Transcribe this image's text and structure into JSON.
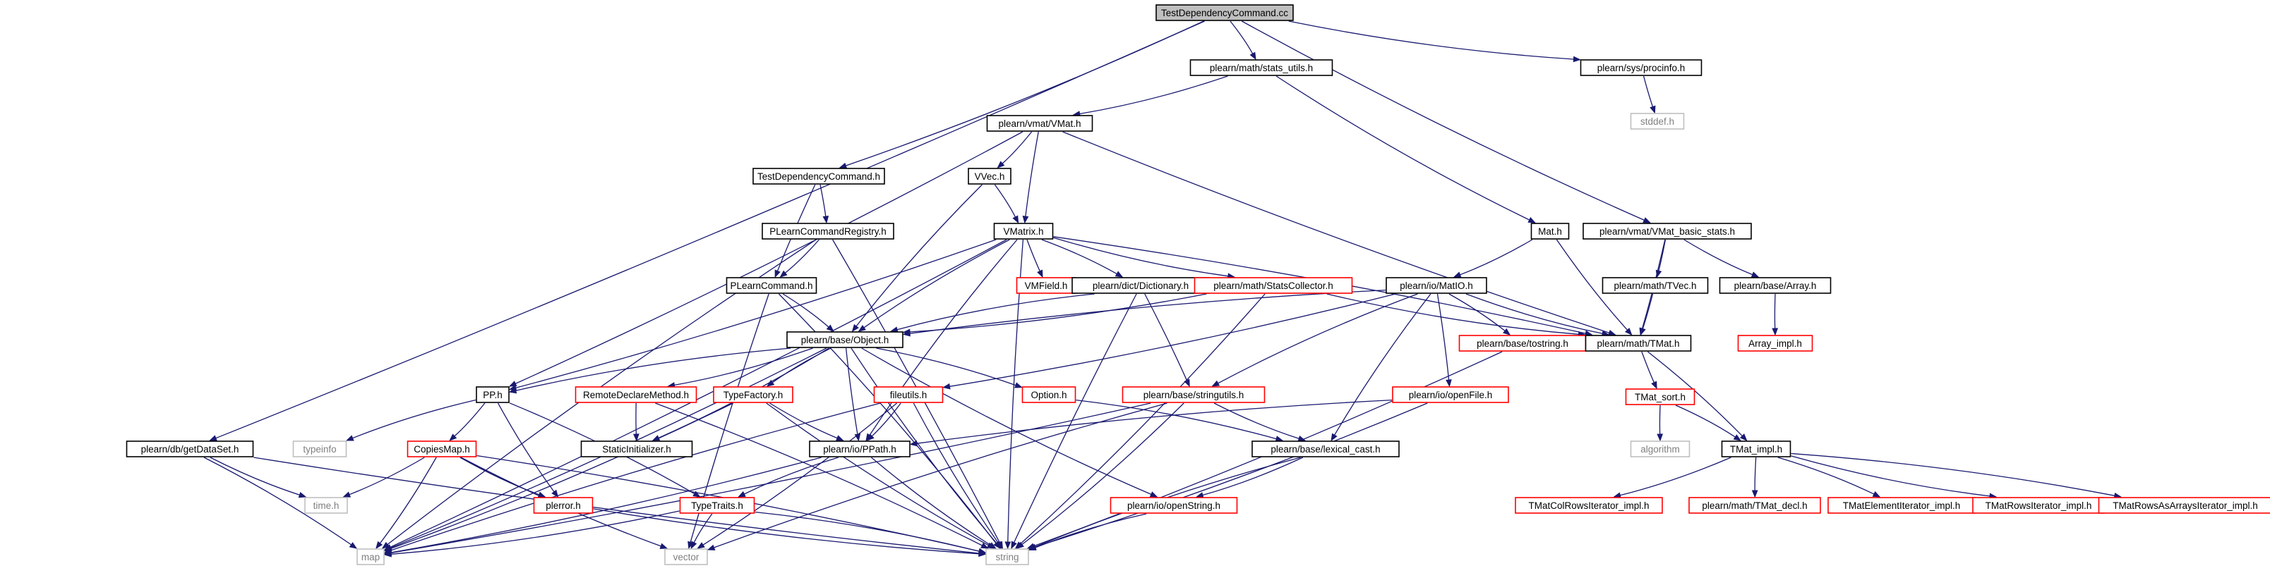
{
  "nodes": {
    "root": {
      "label": "TestDependencyCommand.cc",
      "style": "root"
    },
    "stats_utils": {
      "label": "plearn/math/stats_utils.h",
      "style": "black"
    },
    "procinfo": {
      "label": "plearn/sys/procinfo.h",
      "style": "black"
    },
    "stddef": {
      "label": "stddef.h",
      "style": "grey"
    },
    "vmat": {
      "label": "plearn/vmat/VMat.h",
      "style": "black"
    },
    "tdc_h": {
      "label": "TestDependencyCommand.h",
      "style": "black"
    },
    "vvec": {
      "label": "VVec.h",
      "style": "black"
    },
    "pcr": {
      "label": "PLearnCommandRegistry.h",
      "style": "black"
    },
    "vmatrix": {
      "label": "VMatrix.h",
      "style": "black"
    },
    "mat": {
      "label": "Mat.h",
      "style": "black"
    },
    "vmat_basic": {
      "label": "plearn/vmat/VMat_basic_stats.h",
      "style": "black"
    },
    "vmfield": {
      "label": "VMField.h",
      "style": "red"
    },
    "dictionary": {
      "label": "plearn/dict/Dictionary.h",
      "style": "black"
    },
    "statscollector": {
      "label": "plearn/math/StatsCollector.h",
      "style": "red"
    },
    "matio": {
      "label": "plearn/io/MatIO.h",
      "style": "black"
    },
    "tvec": {
      "label": "plearn/math/TVec.h",
      "style": "black"
    },
    "array": {
      "label": "plearn/base/Array.h",
      "style": "black"
    },
    "plearncommand": {
      "label": "PLearnCommand.h",
      "style": "black"
    },
    "object": {
      "label": "plearn/base/Object.h",
      "style": "black"
    },
    "tostring": {
      "label": "plearn/base/tostring.h",
      "style": "red"
    },
    "tmat": {
      "label": "plearn/math/TMat.h",
      "style": "black"
    },
    "array_impl": {
      "label": "Array_impl.h",
      "style": "red"
    },
    "pp": {
      "label": "PP.h",
      "style": "black"
    },
    "remote": {
      "label": "RemoteDeclareMethod.h",
      "style": "red"
    },
    "typefactory": {
      "label": "TypeFactory.h",
      "style": "red"
    },
    "fileutils": {
      "label": "fileutils.h",
      "style": "red"
    },
    "option": {
      "label": "Option.h",
      "style": "red"
    },
    "stringutils": {
      "label": "plearn/base/stringutils.h",
      "style": "red"
    },
    "openfile": {
      "label": "plearn/io/openFile.h",
      "style": "red"
    },
    "tmat_sort": {
      "label": "TMat_sort.h",
      "style": "red"
    },
    "typeinfo": {
      "label": "typeinfo",
      "style": "grey"
    },
    "staticinit": {
      "label": "StaticInitializer.h",
      "style": "black"
    },
    "algorithm": {
      "label": "algorithm",
      "style": "grey"
    },
    "getdataset": {
      "label": "plearn/db/getDataSet.h",
      "style": "black"
    },
    "copiesmap": {
      "label": "CopiesMap.h",
      "style": "red"
    },
    "ppath": {
      "label": "plearn/io/PPath.h",
      "style": "black"
    },
    "lexical_cast": {
      "label": "plearn/base/lexical_cast.h",
      "style": "black"
    },
    "tmat_impl": {
      "label": "TMat_impl.h",
      "style": "black"
    },
    "time": {
      "label": "time.h",
      "style": "grey"
    },
    "plerror": {
      "label": "plerror.h",
      "style": "red"
    },
    "typetraits": {
      "label": "TypeTraits.h",
      "style": "red"
    },
    "openstring": {
      "label": "plearn/io/openString.h",
      "style": "red"
    },
    "tmatcol": {
      "label": "TMatColRowsIterator_impl.h",
      "style": "red"
    },
    "tmat_decl": {
      "label": "plearn/math/TMat_decl.h",
      "style": "red"
    },
    "tmatelem": {
      "label": "TMatElementIterator_impl.h",
      "style": "red"
    },
    "tmatrows": {
      "label": "TMatRowsIterator_impl.h",
      "style": "red"
    },
    "tmatrowsarr": {
      "label": "TMatRowsAsArraysIterator_impl.h",
      "style": "red"
    },
    "map": {
      "label": "map",
      "style": "grey"
    },
    "vector": {
      "label": "vector",
      "style": "grey"
    },
    "string": {
      "label": "string",
      "style": "grey"
    }
  },
  "edges": [
    [
      "root",
      "stats_utils"
    ],
    [
      "root",
      "procinfo"
    ],
    [
      "root",
      "tdc_h"
    ],
    [
      "root",
      "vmat_basic"
    ],
    [
      "root",
      "getdataset"
    ],
    [
      "procinfo",
      "stddef"
    ],
    [
      "stats_utils",
      "vmat"
    ],
    [
      "stats_utils",
      "mat"
    ],
    [
      "vmat",
      "vvec"
    ],
    [
      "vmat",
      "vmatrix"
    ],
    [
      "vmat",
      "pp"
    ],
    [
      "vmat",
      "tmat"
    ],
    [
      "tdc_h",
      "pcr"
    ],
    [
      "tdc_h",
      "plearncommand"
    ],
    [
      "vvec",
      "vmatrix"
    ],
    [
      "vvec",
      "object"
    ],
    [
      "pcr",
      "plearncommand"
    ],
    [
      "pcr",
      "map"
    ],
    [
      "pcr",
      "string"
    ],
    [
      "vmatrix",
      "vmfield"
    ],
    [
      "vmatrix",
      "dictionary"
    ],
    [
      "vmatrix",
      "statscollector"
    ],
    [
      "vmatrix",
      "tmat"
    ],
    [
      "vmatrix",
      "object"
    ],
    [
      "vmatrix",
      "pp"
    ],
    [
      "vmatrix",
      "ppath"
    ],
    [
      "vmatrix",
      "map"
    ],
    [
      "vmatrix",
      "string"
    ],
    [
      "mat",
      "matio"
    ],
    [
      "mat",
      "tmat"
    ],
    [
      "vmat_basic",
      "tvec"
    ],
    [
      "vmat_basic",
      "array"
    ],
    [
      "vmat_basic",
      "tmat"
    ],
    [
      "dictionary",
      "object"
    ],
    [
      "dictionary",
      "stringutils"
    ],
    [
      "dictionary",
      "string"
    ],
    [
      "statscollector",
      "object"
    ],
    [
      "statscollector",
      "tmat"
    ],
    [
      "statscollector",
      "string"
    ],
    [
      "matio",
      "object"
    ],
    [
      "matio",
      "tostring"
    ],
    [
      "matio",
      "tmat"
    ],
    [
      "matio",
      "fileutils"
    ],
    [
      "matio",
      "stringutils"
    ],
    [
      "matio",
      "openfile"
    ],
    [
      "matio",
      "lexical_cast"
    ],
    [
      "tvec",
      "tmat"
    ],
    [
      "array",
      "array_impl"
    ],
    [
      "plearncommand",
      "object"
    ],
    [
      "plearncommand",
      "vector"
    ],
    [
      "plearncommand",
      "string"
    ],
    [
      "object",
      "pp"
    ],
    [
      "object",
      "remote"
    ],
    [
      "object",
      "typefactory"
    ],
    [
      "object",
      "staticinit"
    ],
    [
      "object",
      "ppath"
    ],
    [
      "object",
      "option"
    ],
    [
      "object",
      "openstring"
    ],
    [
      "object",
      "map"
    ],
    [
      "object",
      "string"
    ],
    [
      "tostring",
      "string"
    ],
    [
      "tmat",
      "tmat_sort"
    ],
    [
      "tmat",
      "tmat_impl"
    ],
    [
      "pp",
      "typeinfo"
    ],
    [
      "pp",
      "copiesmap"
    ],
    [
      "pp",
      "plerror"
    ],
    [
      "pp",
      "typetraits"
    ],
    [
      "remote",
      "staticinit"
    ],
    [
      "remote",
      "string"
    ],
    [
      "typefactory",
      "ppath"
    ],
    [
      "typefactory",
      "map"
    ],
    [
      "typefactory",
      "string"
    ],
    [
      "fileutils",
      "ppath"
    ],
    [
      "fileutils",
      "map"
    ],
    [
      "fileutils",
      "vector"
    ],
    [
      "fileutils",
      "string"
    ],
    [
      "option",
      "lexical_cast"
    ],
    [
      "stringutils",
      "lexical_cast"
    ],
    [
      "stringutils",
      "map"
    ],
    [
      "stringutils",
      "vector"
    ],
    [
      "stringutils",
      "string"
    ],
    [
      "openfile",
      "ppath"
    ],
    [
      "openfile",
      "string"
    ],
    [
      "tmat_sort",
      "algorithm"
    ],
    [
      "tmat_sort",
      "tmat_impl"
    ],
    [
      "getdataset",
      "time"
    ],
    [
      "getdataset",
      "map"
    ],
    [
      "getdataset",
      "string"
    ],
    [
      "copiesmap",
      "time"
    ],
    [
      "copiesmap",
      "plerror"
    ],
    [
      "copiesmap",
      "map"
    ],
    [
      "copiesmap",
      "vector"
    ],
    [
      "copiesmap",
      "string"
    ],
    [
      "ppath",
      "typetraits"
    ],
    [
      "ppath",
      "map"
    ],
    [
      "ppath",
      "string"
    ],
    [
      "lexical_cast",
      "openstring"
    ],
    [
      "lexical_cast",
      "string"
    ],
    [
      "tmat_impl",
      "tmatcol"
    ],
    [
      "tmat_impl",
      "tmat_decl"
    ],
    [
      "tmat_impl",
      "tmatelem"
    ],
    [
      "tmat_impl",
      "tmatrows"
    ],
    [
      "tmat_impl",
      "tmatrowsarr"
    ],
    [
      "plerror",
      "string"
    ],
    [
      "typetraits",
      "map"
    ],
    [
      "typetraits",
      "vector"
    ],
    [
      "typetraits",
      "string"
    ],
    [
      "openstring",
      "string"
    ]
  ]
}
